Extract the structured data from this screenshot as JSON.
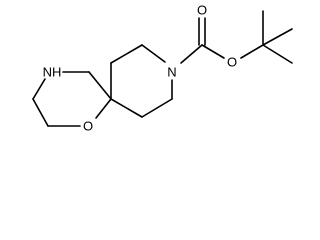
{
  "diagram": {
    "atoms": {
      "oxygen_ring": "O",
      "amine": "NH",
      "nitrogen_piperidine": "N",
      "oxygen_carbonyl": "O",
      "oxygen_ester": "O"
    },
    "colors": {
      "bond": "#000000",
      "text": "#000000",
      "background": "#ffffff"
    }
  }
}
